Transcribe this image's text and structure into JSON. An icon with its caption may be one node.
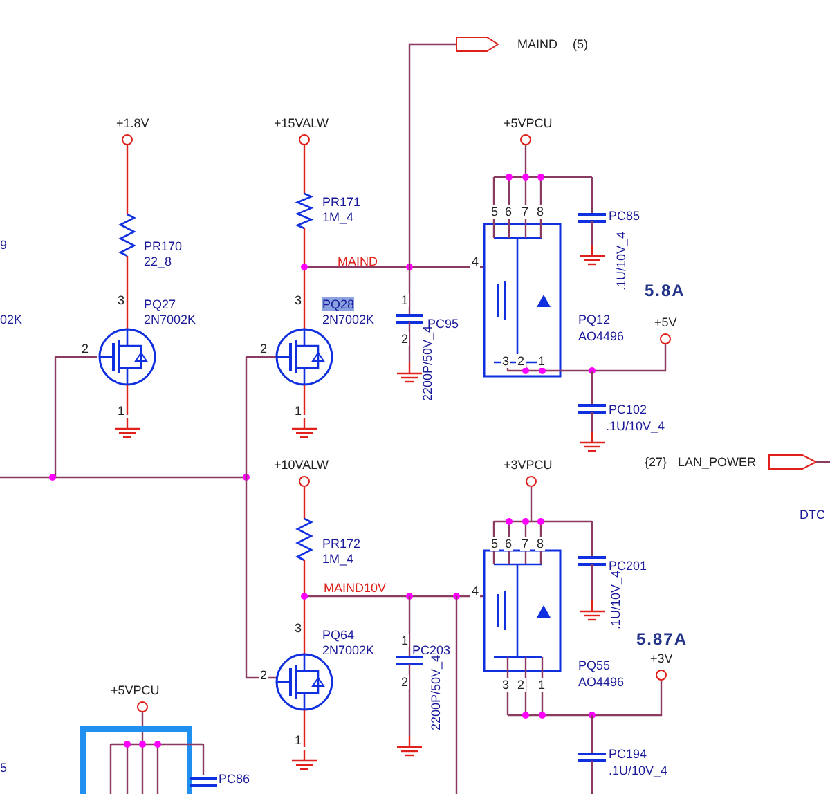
{
  "diagram": {
    "labels": [
      "+1.8V",
      "PR170",
      "22_8",
      "PQ27",
      "2N7002K",
      "+15VALW",
      "PR171",
      "1M_4",
      "MAIND",
      "PQ28",
      "2N7002K",
      "MAIND",
      "(5)",
      "+5VPCU",
      "PC85",
      ".1U/10V_4",
      "PC95",
      "2200P/50V_4",
      "PQ12",
      "AO4496",
      "5.8A",
      "+5V",
      "PC102",
      ".1U/10V_4",
      "{27}",
      "LAN_POWER",
      "DTC",
      "+10VALW",
      "+3VPCU",
      "PR172",
      "1M_4",
      "MAIND10V",
      "PC201",
      ".1U/10V_4",
      "PC203",
      "2200P/50V_4",
      "PQ64",
      "2N7002K",
      "5.87A",
      "+3V",
      "PQ55",
      "AO4496",
      "+5VPCU",
      "PC86",
      "PC194",
      ".1U/10V_4",
      "9",
      "02K",
      "5",
      "3",
      "2",
      "1",
      "3",
      "2",
      "1",
      "3",
      "2",
      "1",
      "5",
      "6",
      "7",
      "8",
      "4",
      "3",
      "2",
      "1",
      "5",
      "6",
      "7",
      "8",
      "4",
      "3",
      "2",
      "1",
      "1",
      "2",
      "1",
      "2"
    ]
  }
}
